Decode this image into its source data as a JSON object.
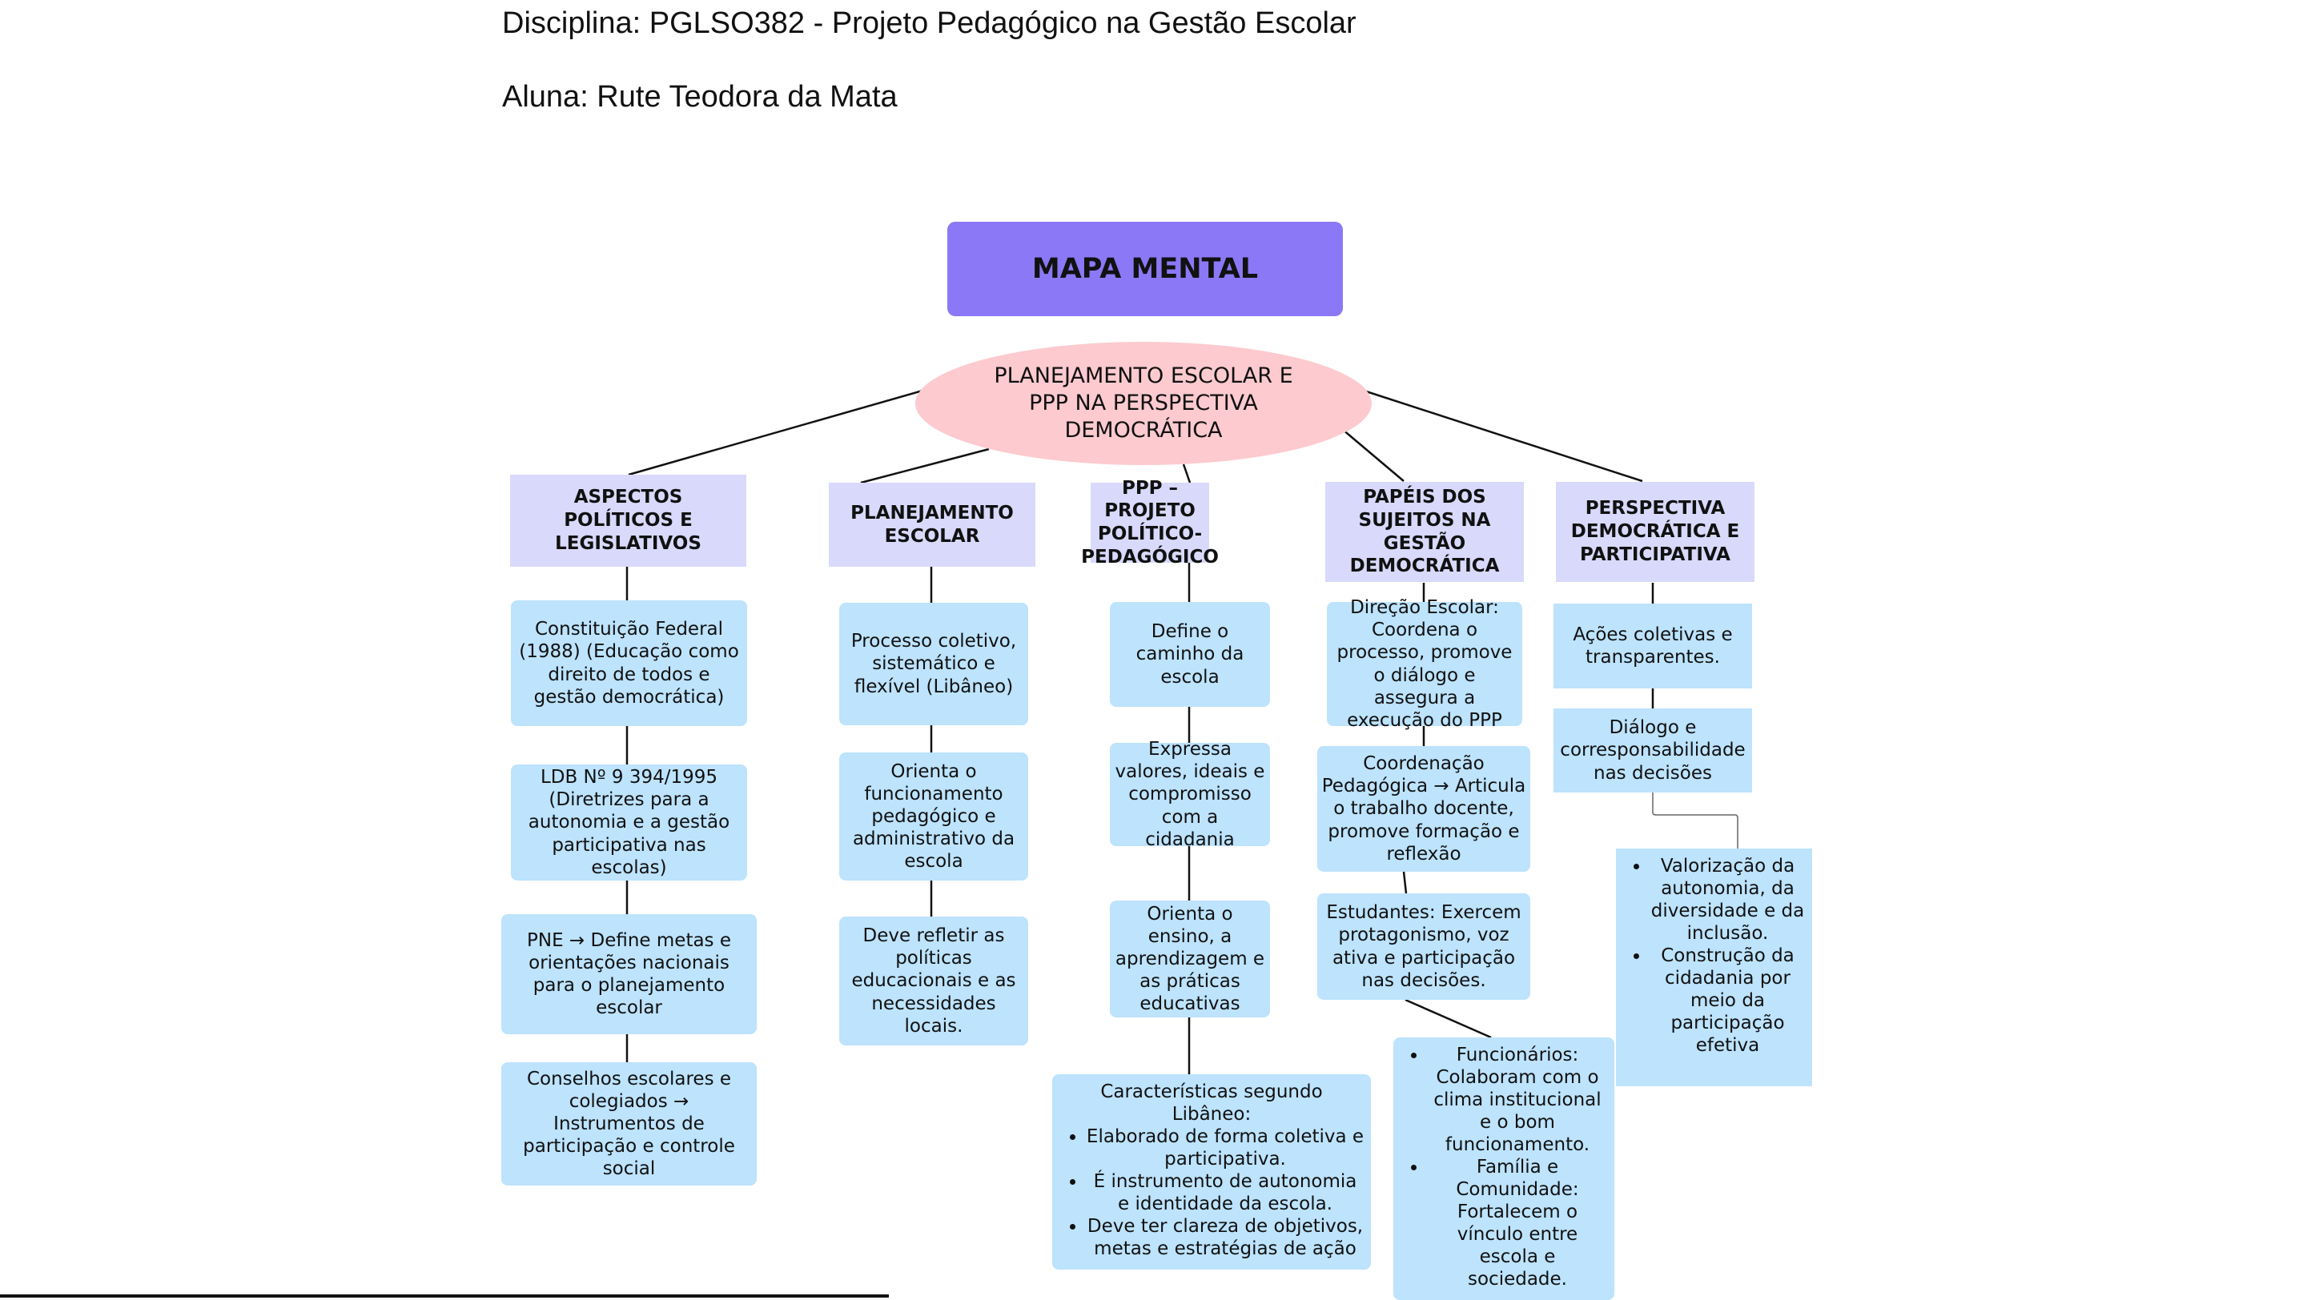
{
  "header": {
    "discipline": "Disciplina: PGLSO382 - Projeto Pedagógico na Gestão Escolar",
    "student": "Aluna: Rute Teodora da Mata"
  },
  "map": {
    "title": "MAPA MENTAL",
    "center": "PLANEJAMENTO ESCOLAR E PPP NA PERSPECTIVA DEMOCRÁTICA",
    "colors": {
      "title": "#8b78f6",
      "center": "#fccacf",
      "category": "#d8d9fb",
      "leaf": "#bde3fd",
      "line": "#111111"
    },
    "branches": [
      {
        "label": "ASPECTOS POLÍTICOS E LEGISLATIVOS",
        "items": [
          "Constituição Federal (1988) (Educação como direito de todos e gestão democrática)",
          "LDB Nº 9 394/1995 (Diretrizes para a autonomia e a gestão participativa nas escolas)",
          "PNE → Define metas e orientações nacionais para o planejamento escolar",
          "Conselhos escolares e colegiados → Instrumentos de participação e controle social"
        ]
      },
      {
        "label": "PLANEJAMENTO ESCOLAR",
        "items": [
          "Processo coletivo, sistemático e flexível (Libâneo)",
          "Orienta o funcionamento pedagógico e administrativo da escola",
          "Deve refletir as políticas educacionais e as necessidades locais."
        ]
      },
      {
        "label": "PPP – PROJETO POLÍTICO-PEDAGÓGICO",
        "items": [
          "Define o caminho da escola",
          "Expressa valores, ideais e compromisso com a cidadania",
          "Orienta o ensino, a aprendizagem e as práticas educativas"
        ],
        "list_box": {
          "intro": "Características segundo Libâneo:",
          "bullets": [
            "Elaborado de forma coletiva e participativa.",
            "É instrumento de autonomia e identidade da escola.",
            "Deve ter clareza de objetivos, metas e estratégias de ação"
          ]
        }
      },
      {
        "label": "PAPÉIS DOS SUJEITOS NA GESTÃO DEMOCRÁTICA",
        "items": [
          "Direção Escolar: Coordena o processo, promove o diálogo e assegura a execução do PPP",
          "Coordenação Pedagógica → Articula o trabalho docente, promove formação e reflexão",
          "Estudantes: Exercem protagonismo, voz ativa e participação nas decisões."
        ],
        "list_box": {
          "bullets": [
            "Funcionários: Colaboram com o clima institucional e o bom funcionamento.",
            "Família e Comunidade: Fortalecem o vínculo entre escola e sociedade."
          ]
        }
      },
      {
        "label": "PERSPECTIVA DEMOCRÁTICA E PARTICIPATIVA",
        "items": [
          "Ações coletivas e transparentes.",
          "Diálogo e corresponsabilidade nas decisões"
        ],
        "list_box": {
          "bullets": [
            "Valorização da autonomia, da diversidade e da inclusão.",
            "Construção da cidadania por meio da participação efetiva"
          ]
        }
      }
    ]
  }
}
